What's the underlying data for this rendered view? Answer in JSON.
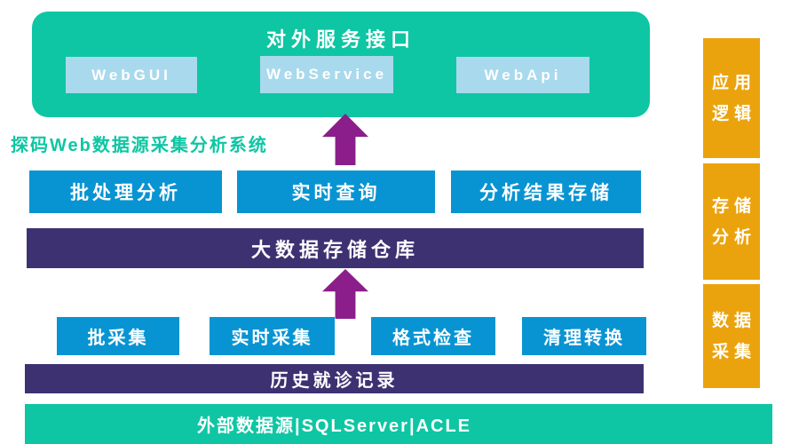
{
  "system_label": "探码Web数据源采集分析系统",
  "top_panel": {
    "title": "对外服务接口",
    "items": [
      "WebGUI",
      "WebService",
      "WebApi"
    ]
  },
  "analysis_row": [
    "批处理分析",
    "实时查询",
    "分析结果存储"
  ],
  "warehouse_bar": "大数据存储仓库",
  "collect_row": [
    "批采集",
    "实时采集",
    "格式检查",
    "清理转换"
  ],
  "history_bar": "历史就诊记录",
  "source_bar": "外部数据源|SQLServer|ACLE",
  "side_column": [
    {
      "lines": [
        "应用",
        "逻辑"
      ]
    },
    {
      "lines": [
        "存储",
        "分析"
      ]
    },
    {
      "lines": [
        "数据",
        "采集"
      ]
    }
  ],
  "icons": {
    "arrow_up": "arrow-up"
  },
  "colors": {
    "teal": "#0EC6A3",
    "panel_blue": "#0894D2",
    "light_blue": "#A9D9EC",
    "dark_purple": "#3E3172",
    "arrow_purple": "#8B1E8A",
    "orange": "#EBA30D",
    "text_white": "#FFFFFF"
  }
}
